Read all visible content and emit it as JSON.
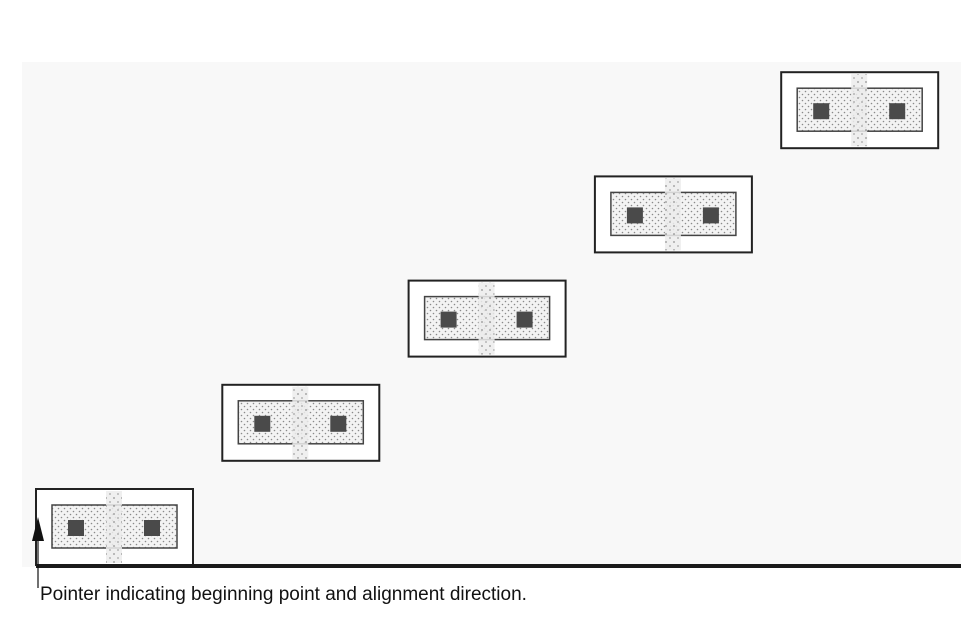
{
  "caption": "Pointer indicating beginning point and alignment direction.",
  "diagram": {
    "type": "staggered-alignment-sequence",
    "component_count": 5,
    "component_parts": [
      "outer-frame",
      "inner-rectangle",
      "dotted-fill",
      "left-square-pad",
      "right-square-pad",
      "center-strip"
    ],
    "pointer_icon": "up-arrow-icon",
    "colors": {
      "frame": "#222222",
      "inner_border": "#444444",
      "pad": "#4a4a4a",
      "dot": "#888888",
      "baseline": "#1a1a1a",
      "background_band": "#f7f7f7"
    }
  }
}
